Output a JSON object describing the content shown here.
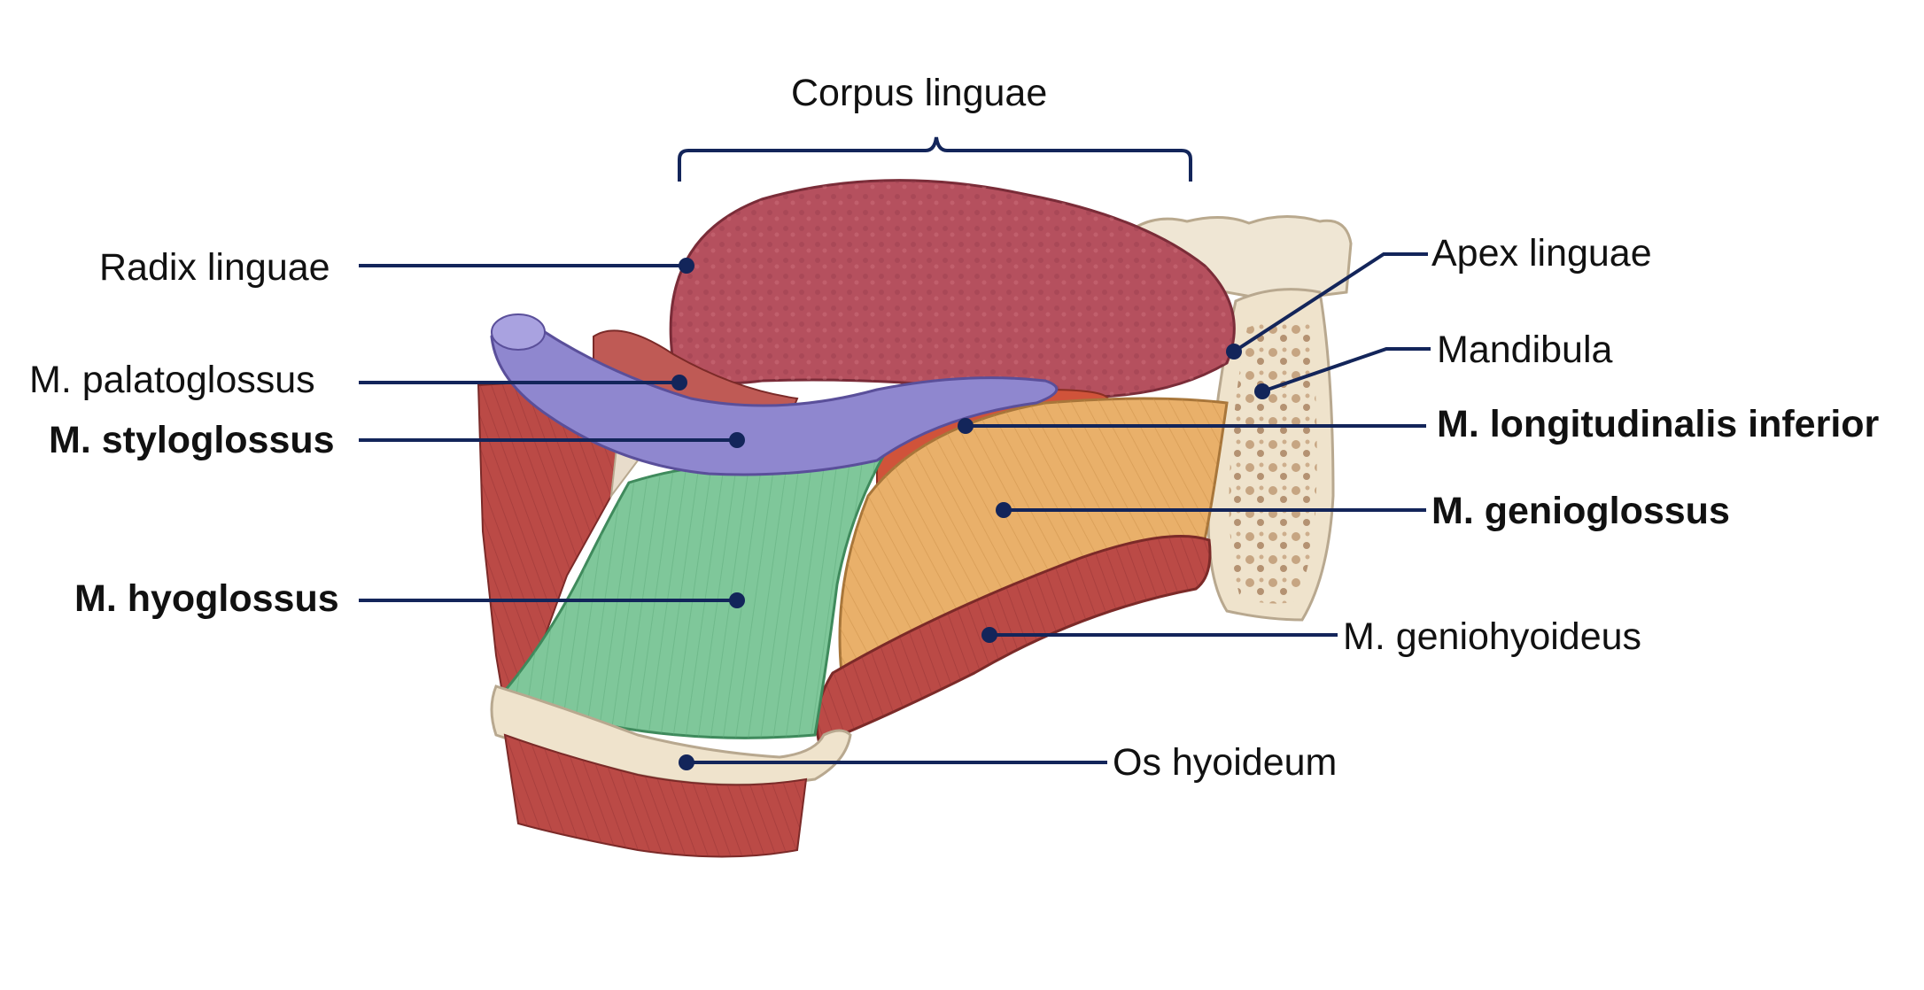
{
  "colors": {
    "leader": "#13255a",
    "tongue": "#b5505e",
    "styloglossus": "#8f87cf",
    "hyoglossus": "#7fc79a",
    "genioglossus": "#e9b06a",
    "muscle": "#bb4a46",
    "bone": "#efe3cc"
  },
  "labels": {
    "corpus": "Corpus linguae",
    "radix": "Radix linguae",
    "palatoglossus": "M. palatoglossus",
    "styloglossus": "M. styloglossus",
    "hyoglossus": "M. hyoglossus",
    "apex": "Apex linguae",
    "mandibula": "Mandibula",
    "longitudinalis": "M. longitudinalis inferior",
    "genioglossus": "M. genioglossus",
    "geniohyoideus": "M. geniohyoideus",
    "hyoideum": "Os hyoideum"
  }
}
